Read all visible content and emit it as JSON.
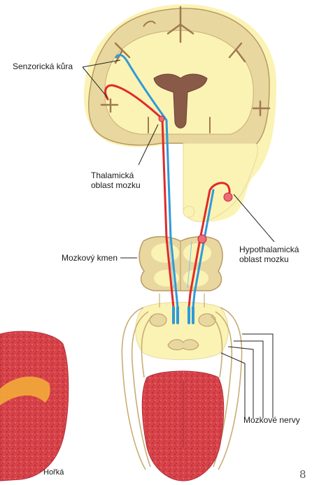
{
  "labels": {
    "sensory_cortex": "Senzorická kůra",
    "thalamic_line1": "Thalamická",
    "thalamic_line2": "oblast mozku",
    "hypothalamic_line1": "Hypothalamická",
    "hypothalamic_line2": "oblast mozku",
    "brainstem": "Mozkový kmen",
    "cranial_nerves": "Mozkové nervy",
    "bitter": "Hořká"
  },
  "page_number": "8",
  "colors": {
    "tissue_light": "#fbf3b4",
    "tissue_mid": "#e9d7a0",
    "tissue_outline": "#b89a66",
    "ventricle": "#8a5a48",
    "red_pathway": "#e02a2a",
    "blue_pathway": "#2f9ad8",
    "tongue": "#d8434a",
    "tongue_dark": "#b0303a",
    "bitter_zone": "#f2a838",
    "label_line": "#222222"
  }
}
